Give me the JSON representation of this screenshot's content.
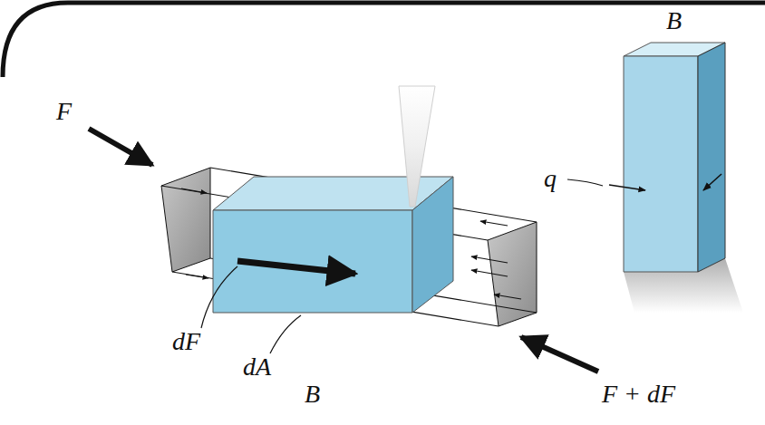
{
  "diagram": {
    "labels": [
      "B",
      "q",
      "F",
      "dF",
      "dA",
      "B",
      "F + dF"
    ]
  }
}
